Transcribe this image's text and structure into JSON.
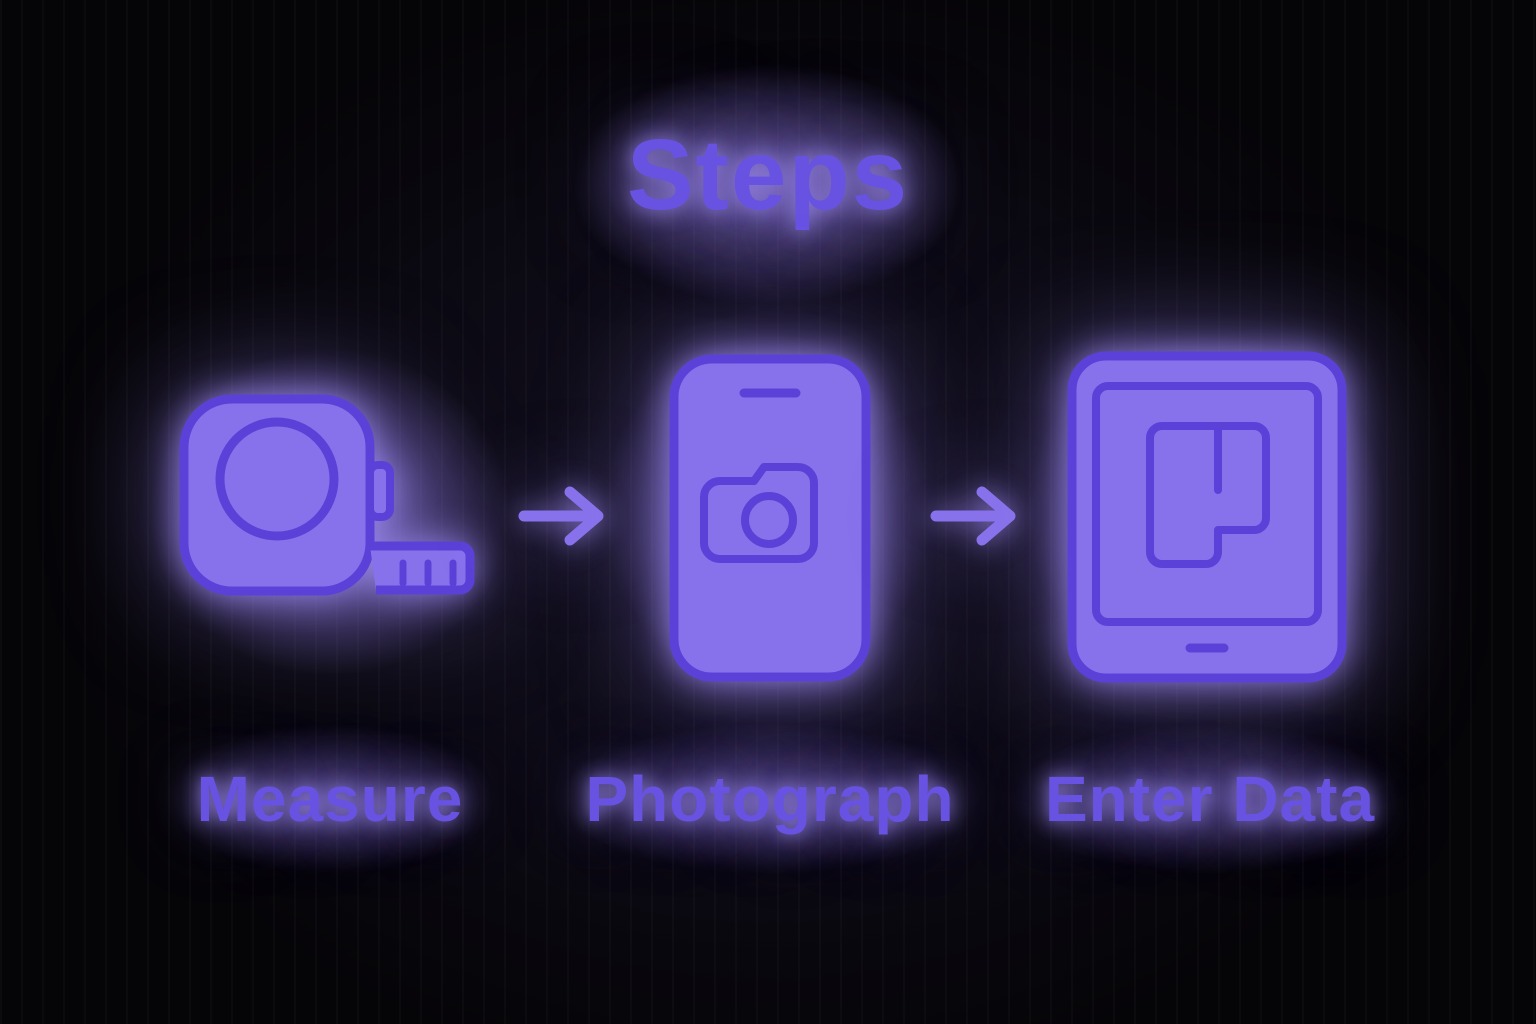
{
  "title": "Steps",
  "steps": [
    {
      "label": "Measure",
      "icon": "tape-measure-icon"
    },
    {
      "label": "Photograph",
      "icon": "phone-camera-icon"
    },
    {
      "label": "Enter Data",
      "icon": "tablet-floorplan-icon"
    }
  ],
  "connectors": [
    {
      "icon": "right-arrow-icon"
    },
    {
      "icon": "right-arrow-icon"
    }
  ],
  "colors": {
    "background": "#050407",
    "icon_fill": "#8872ec",
    "icon_stroke": "#5b41d8",
    "text": "#6752e2",
    "glow": "#9a84ee"
  }
}
